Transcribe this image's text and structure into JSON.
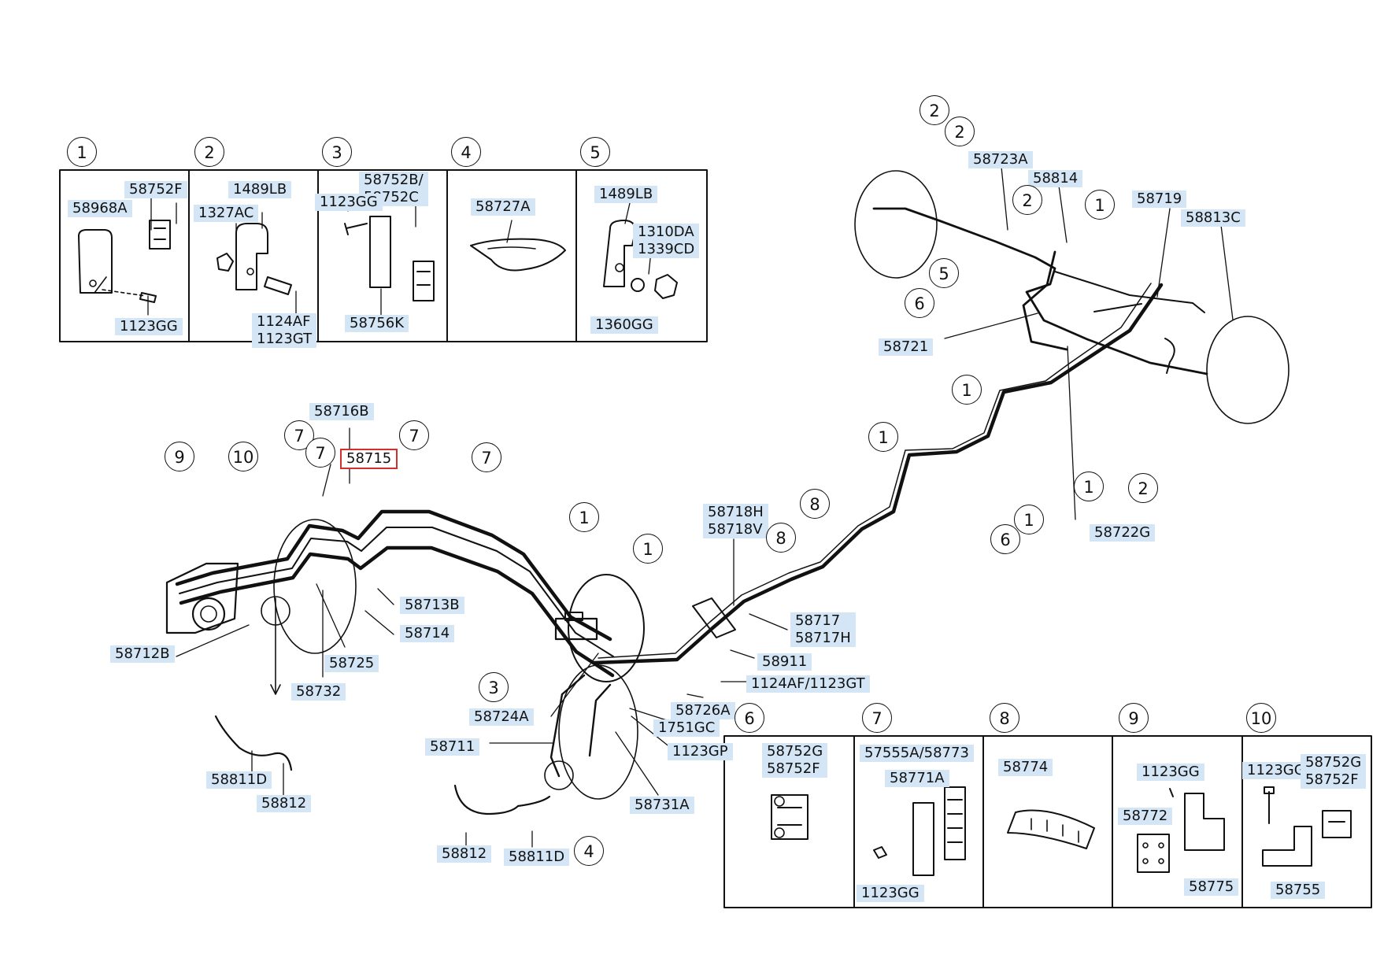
{
  "labels": [
    {
      "text": "58752F"
    },
    {
      "text": "58968A"
    },
    {
      "text": "1123GG"
    },
    {
      "text": "1489LB"
    },
    {
      "text": "1327AC"
    },
    {
      "text": "1124AF\n1123GT"
    },
    {
      "text": "58752B/\n58752C"
    },
    {
      "text": "1123GG"
    },
    {
      "text": "58756K"
    },
    {
      "text": "58727A"
    },
    {
      "text": "1489LB"
    },
    {
      "text": "1310DA\n1339CD"
    },
    {
      "text": "1360GG"
    },
    {
      "text": "58723A"
    },
    {
      "text": "58814"
    },
    {
      "text": "58719"
    },
    {
      "text": "58813C"
    },
    {
      "text": "58721"
    },
    {
      "text": "58722G"
    },
    {
      "text": "58716B"
    },
    {
      "text": "58715"
    },
    {
      "text": "58718H\n58718V"
    },
    {
      "text": "58713B"
    },
    {
      "text": "58714"
    },
    {
      "text": "58725"
    },
    {
      "text": "58712B"
    },
    {
      "text": "58732"
    },
    {
      "text": "58717\n58717H"
    },
    {
      "text": "58911"
    },
    {
      "text": "1124AF/1123GT"
    },
    {
      "text": "58726A"
    },
    {
      "text": "1751GC"
    },
    {
      "text": "1123GP"
    },
    {
      "text": "58724A"
    },
    {
      "text": "58711"
    },
    {
      "text": "58731A"
    },
    {
      "text": "58811D"
    },
    {
      "text": "58812"
    },
    {
      "text": "58812"
    },
    {
      "text": "58811D"
    },
    {
      "text": "58752G\n58752F"
    },
    {
      "text": "57555A/58773"
    },
    {
      "text": "58771A"
    },
    {
      "text": "1123GG"
    },
    {
      "text": "58774"
    },
    {
      "text": "1123GG"
    },
    {
      "text": "58772"
    },
    {
      "text": "58775"
    },
    {
      "text": "1123GG"
    },
    {
      "text": "58752G\n58752F"
    },
    {
      "text": "58755"
    }
  ],
  "callouts": [
    {
      "n": "1"
    },
    {
      "n": "2"
    },
    {
      "n": "3"
    },
    {
      "n": "4"
    },
    {
      "n": "5"
    },
    {
      "n": "6"
    },
    {
      "n": "7"
    },
    {
      "n": "8"
    },
    {
      "n": "9"
    },
    {
      "n": "10"
    },
    {
      "n": "2"
    },
    {
      "n": "2"
    },
    {
      "n": "2"
    },
    {
      "n": "1"
    },
    {
      "n": "5"
    },
    {
      "n": "6"
    },
    {
      "n": "9"
    },
    {
      "n": "10"
    },
    {
      "n": "7"
    },
    {
      "n": "7"
    },
    {
      "n": "7"
    },
    {
      "n": "7"
    },
    {
      "n": "1"
    },
    {
      "n": "1"
    },
    {
      "n": "3"
    },
    {
      "n": "4"
    },
    {
      "n": "8"
    },
    {
      "n": "8"
    },
    {
      "n": "1"
    },
    {
      "n": "1"
    },
    {
      "n": "1"
    },
    {
      "n": "1"
    },
    {
      "n": "6"
    },
    {
      "n": "1"
    },
    {
      "n": "2"
    }
  ]
}
